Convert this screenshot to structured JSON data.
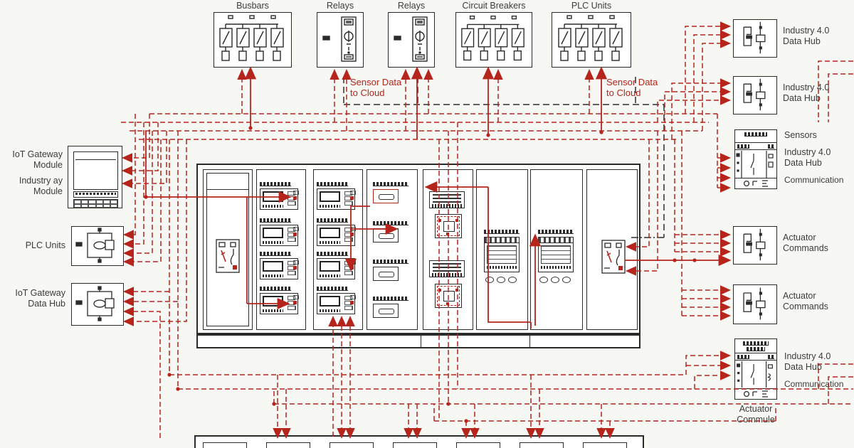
{
  "colors": {
    "connector_red": "#b6251b",
    "connector_black": "#2f2f2f",
    "box_outline": "#2b2b2b",
    "background": "#f7f7f4",
    "label_text": "#3b3b3b"
  },
  "top_row": [
    {
      "label": "Busbars"
    },
    {
      "label": "Relays"
    },
    {
      "label": "Relays"
    },
    {
      "label": "Circuit Breakers"
    },
    {
      "label": "PLC Units"
    }
  ],
  "left_column": {
    "hmi": {
      "line1": "IoT Gateway",
      "line2": "Module",
      "line3": "Industry ay",
      "line4": "Module"
    },
    "plc": {
      "label": "PLC Units"
    },
    "gateway": {
      "line1": "IoT Gateway",
      "line2": "Data Hub"
    }
  },
  "right_column": {
    "hub1": {
      "line1": "Industry 4.0",
      "line2": "Data Hub"
    },
    "hub2": {
      "line1": "Industry 4.0",
      "line2": "Data Hub"
    },
    "sensors": {
      "title": "Sensors",
      "line1": "Industry 4.0",
      "line2": "Data Hub",
      "line3": "Communication"
    },
    "act1": {
      "line1": "Actuator",
      "line2": "Commands"
    },
    "act2": {
      "line1": "Actuator",
      "line2": "Commands"
    },
    "hub3": {
      "line1": "Industry 4.0",
      "line2": "Data Hub",
      "line3": "Communication",
      "caption1": "Actuator",
      "caption2": "Commule"
    }
  },
  "annotations": {
    "cloud1": {
      "line1": "Sensor Data",
      "line2": "to Cloud"
    },
    "cloud2": {
      "line1": "Sensor Data",
      "line2": "to Cloud"
    }
  }
}
